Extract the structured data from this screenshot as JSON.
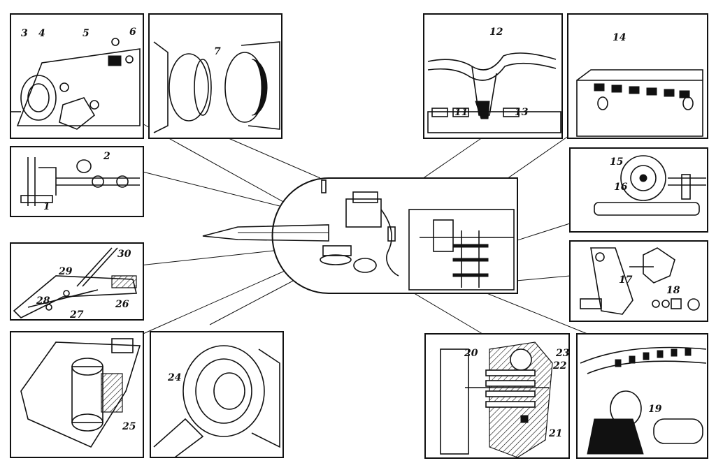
{
  "labels": [
    "1",
    "2",
    "3",
    "4",
    "5",
    "6",
    "7",
    "11",
    "12",
    "13",
    "14",
    "15",
    "16",
    "17",
    "18",
    "19",
    "20",
    "21",
    "22",
    "23",
    "24",
    "25",
    "26",
    "27",
    "28",
    "29",
    "30"
  ],
  "colors": {
    "ink": "#111111",
    "paper": "#ffffff"
  }
}
